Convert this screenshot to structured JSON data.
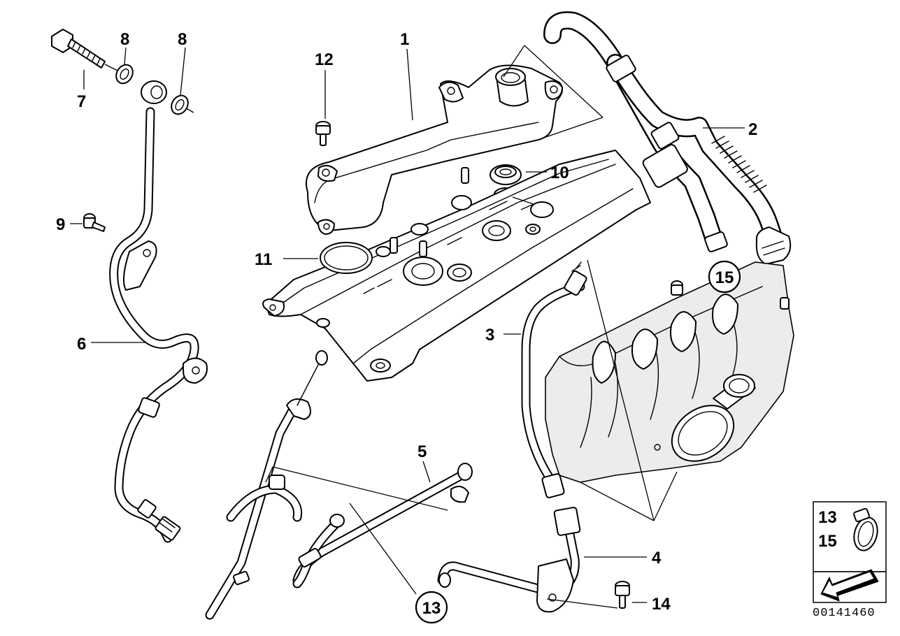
{
  "callouts": {
    "c1": "1",
    "c2": "2",
    "c3": "3",
    "c4": "4",
    "c5": "5",
    "c6": "6",
    "c7": "7",
    "c8a": "8",
    "c8b": "8",
    "c9": "9",
    "c10": "10",
    "c11": "11",
    "c12": "12",
    "c13": "13",
    "c14": "14",
    "c15": "15"
  },
  "legend": {
    "line1": "13",
    "line2": "15"
  },
  "doc_number": "00141460"
}
